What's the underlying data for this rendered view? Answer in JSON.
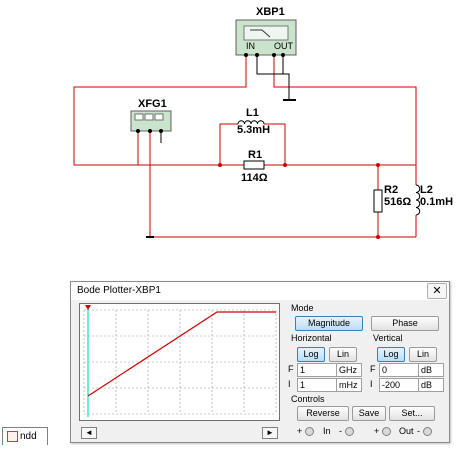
{
  "schematic": {
    "bode_plotter": {
      "name": "XBP1",
      "in_label": "IN",
      "out_label": "OUT"
    },
    "function_generator": {
      "name": "XFG1"
    },
    "inductor_l1": {
      "name": "L1",
      "value": "5.3mH"
    },
    "resistor_r1": {
      "name": "R1",
      "value": "114Ω"
    },
    "resistor_r2": {
      "name": "R2",
      "value": "516Ω"
    },
    "inductor_l2": {
      "name": "L2",
      "value": "0.1mH"
    },
    "wire_color": "#cc0000"
  },
  "bode_window": {
    "title": "Bode Plotter-XBP1",
    "close_glyph": "✕",
    "plot": {
      "background": "#ffffff",
      "trace_color": "#d00000",
      "cursor_color": "#2ee0e0",
      "grid_color": "#9a9a9a"
    },
    "mode": {
      "label": "Mode",
      "magnitude": "Magnitude",
      "phase": "Phase",
      "selected": "Magnitude"
    },
    "horizontal": {
      "label": "Horizontal",
      "log": "Log",
      "lin": "Lin",
      "selected": "Log",
      "final_flag": "F",
      "final_value": "1",
      "final_unit": "GHz",
      "initial_flag": "I",
      "initial_value": "1",
      "initial_unit": "mHz"
    },
    "vertical": {
      "label": "Vertical",
      "log": "Log",
      "lin": "Lin",
      "selected": "Log",
      "final_flag": "F",
      "final_value": "0",
      "final_unit": "dB",
      "initial_flag": "I",
      "initial_value": "-200",
      "initial_unit": "dB"
    },
    "controls": {
      "label": "Controls",
      "reverse": "Reverse",
      "save": "Save",
      "set": "Set..."
    },
    "terminals": {
      "in_plus": "+",
      "in_label": "In",
      "in_minus": "-",
      "out_plus": "+",
      "out_label": "Out",
      "out_minus": "-"
    },
    "scroll_left": "◄",
    "scroll_right": "►"
  },
  "taskbar": {
    "tab_label": "ndd"
  }
}
